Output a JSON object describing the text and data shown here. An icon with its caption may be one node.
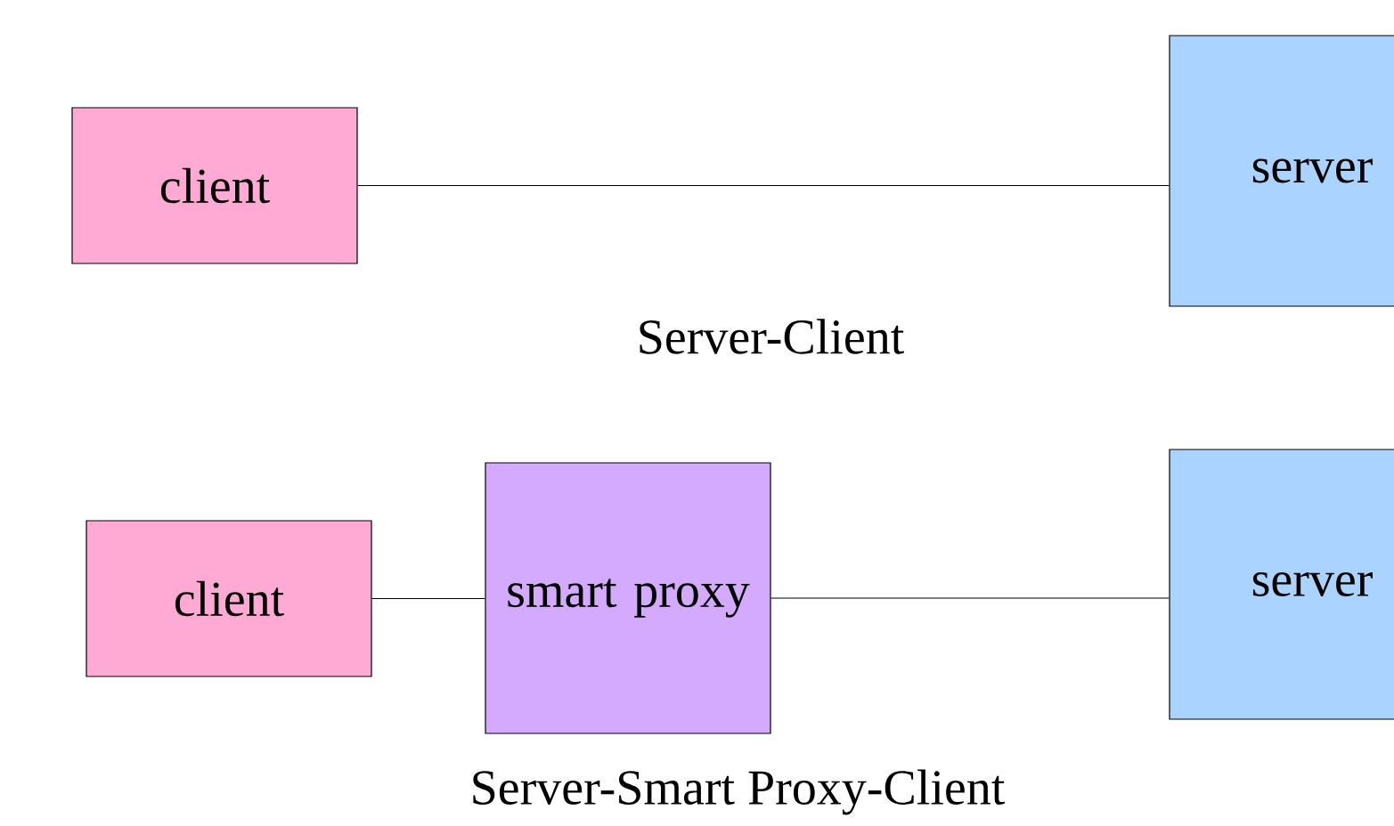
{
  "diagram": {
    "nodes": [
      {
        "text": [
          "client"
        ]
      },
      {
        "text": [
          "server"
        ]
      },
      {
        "text": [
          "client"
        ]
      },
      {
        "text": [
          "smart proxy"
        ]
      },
      {
        "text": [
          "server"
        ]
      }
    ],
    "edges": [
      {
        "from": 0,
        "to": 1,
        "arrow": "none"
      },
      {
        "from": 2,
        "to": 3,
        "arrow": "none"
      },
      {
        "from": 3,
        "to": 4,
        "arrow": "none"
      }
    ],
    "labels": [
      "Server-Client",
      "Server-Smart Proxy-Client"
    ]
  }
}
